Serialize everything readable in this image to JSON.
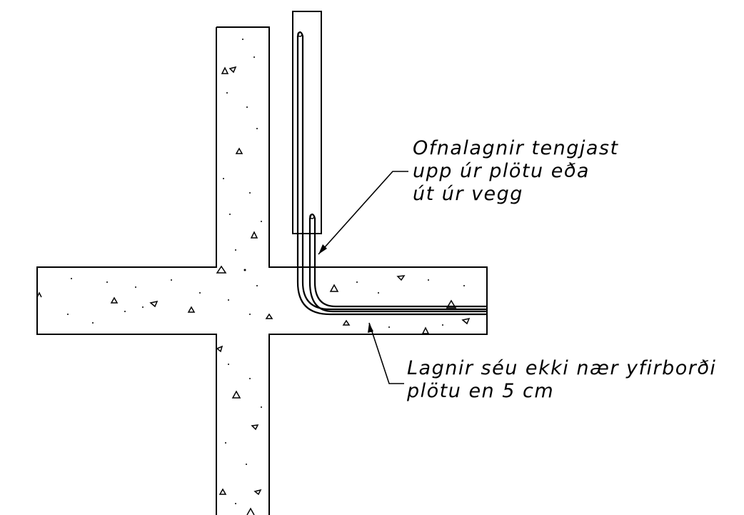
{
  "colors": {
    "ink": "#000000",
    "paper": "#ffffff"
  },
  "annotations": {
    "pipe_connection": {
      "lines": [
        "Ofnalagnir tengjast",
        "upp úr plötu eða",
        "út úr vegg"
      ]
    },
    "pipe_depth": {
      "lines": [
        "Lagnir séu ekki nær yfirborði",
        "plötu en 5 cm"
      ]
    }
  }
}
